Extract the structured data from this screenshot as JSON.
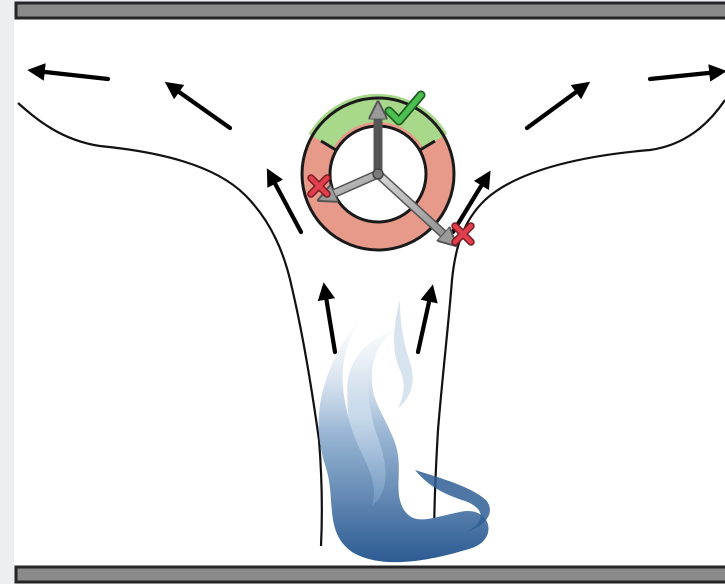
{
  "diagram": {
    "colors": {
      "background": "#eceef1",
      "panel": "#ffffff",
      "wall_fill": "#8a8a8a",
      "wall_stroke": "#262626",
      "plume_line": "#111111",
      "arrow": "#000000",
      "ring_red": "#e89a8a",
      "ring_green": "#a8d98a",
      "ring_stroke": "#1a1a1a",
      "flame_light": "#dfe9f3",
      "flame_mid": "#8fb0d0",
      "flame_dark": "#2f5f96",
      "check": "#3aa640",
      "cross": "#d93a4a"
    },
    "icons": {
      "upper_wall": "wall-plate",
      "lower_wall": "wall-plate",
      "heat_source": "flame-icon",
      "sensor": "three-axis-probe",
      "accepted_direction": "check-icon",
      "rejected_direction": "cross-icon",
      "flow": "arrow-icon"
    }
  }
}
